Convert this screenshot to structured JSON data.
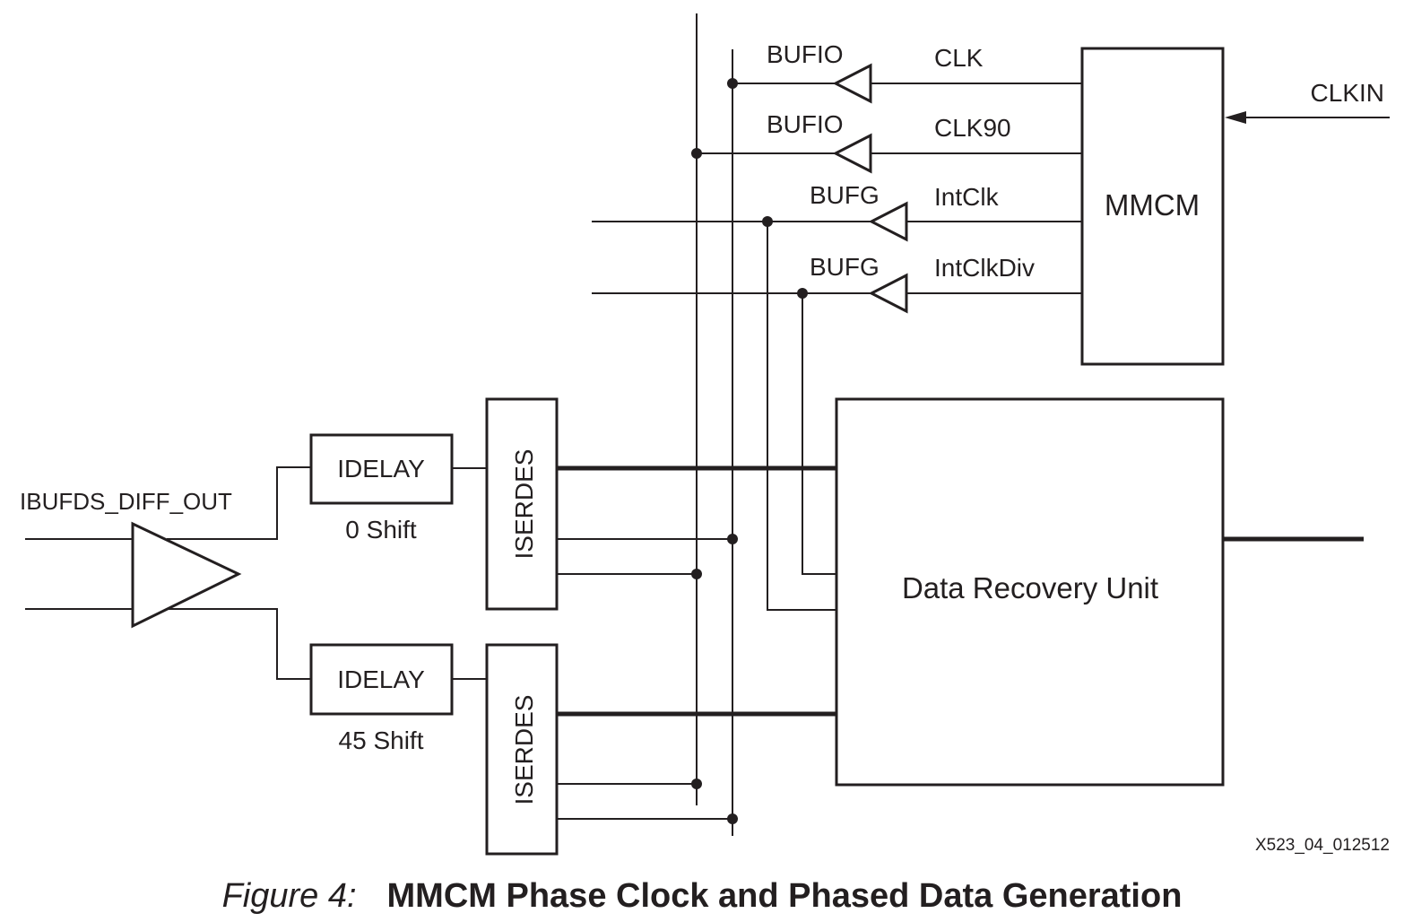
{
  "diagram": {
    "signals": {
      "clk": "CLK",
      "clk90": "CLK90",
      "intclk": "IntClk",
      "intclkdiv": "IntClkDiv",
      "clkin": "CLKIN",
      "ibufds": "IBUFDS_DIFF_OUT"
    },
    "buffers": {
      "bufio_clk": "BUFIO",
      "bufio_clk90": "BUFIO",
      "bufg_intclk": "BUFG",
      "bufg_intclkdiv": "BUFG"
    },
    "blocks": {
      "mmcm": "MMCM",
      "dru": "Data Recovery Unit",
      "idelay_top": "IDELAY",
      "idelay_bottom": "IDELAY",
      "iserdes_top": "ISERDES",
      "iserdes_bottom": "ISERDES"
    },
    "shifts": {
      "top": "0 Shift",
      "bottom": "45 Shift"
    },
    "figure_id": "X523_04_012512"
  },
  "caption": {
    "number": "Figure 4:",
    "title": "MMCM Phase Clock and Phased Data Generation"
  }
}
